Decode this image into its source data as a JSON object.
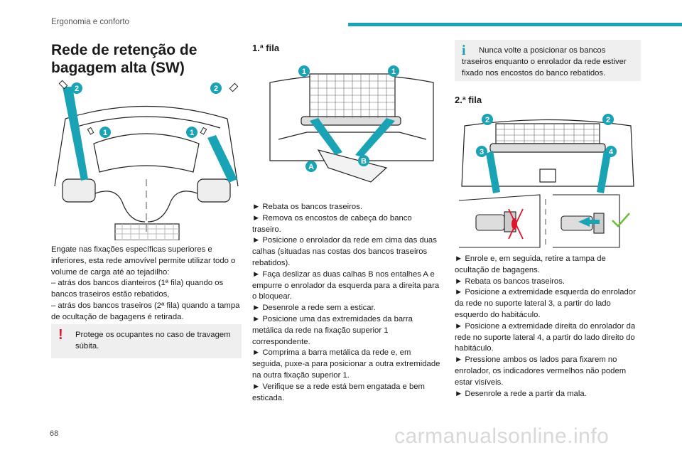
{
  "header": {
    "section": "Ergonomia e conforto"
  },
  "page_number": "68",
  "watermark": "carmanualsonline.info",
  "left": {
    "title": "Rede de retenção de bagagem alta (SW)",
    "intro": "Engate nas fixações específicas superiores e inferiores, esta rede amovível permite utilizar todo o volume de carga até ao tejadilho:",
    "items": [
      "–  atrás dos bancos dianteiros (1ª fila) quando os bancos traseiros estão rebatidos,",
      "–  atrás dos bancos traseiros (2ª fila) quando a tampa de ocultação de bagagens é retirada."
    ],
    "warning": {
      "icon": "!",
      "text": "Protege os ocupantes no caso de travagem súbita."
    },
    "figure_badges": [
      "2",
      "2",
      "1",
      "1"
    ]
  },
  "middle": {
    "heading": "1.ª fila",
    "figure_badges": [
      "1",
      "1",
      "B",
      "A"
    ],
    "steps": [
      "► Rebata os bancos traseiros.",
      "► Remova os encostos de cabeça do banco traseiro.",
      "► Posicione o enrolador da rede em cima das duas calhas (situadas nas costas dos bancos traseiros rebatidos).",
      "► Faça deslizar as duas calhas B nos entalhes A e empurre o enrolador da esquerda para a direita para o bloquear.",
      "► Desenrole a rede sem a esticar.",
      "► Posicione uma das extremidades da barra metálica da rede na fixação superior 1 correspondente.",
      "► Comprima a barra metálica da rede e, em seguida, puxe-a para posicionar a outra extremidade na outra fixação superior 1.",
      "► Verifique se a rede está bem engatada e bem esticada."
    ]
  },
  "right": {
    "info": {
      "icon": "i",
      "text": "Nunca volte a posicionar os bancos traseiros enquanto o enrolador da rede estiver fixado nos encostos do banco rebatidos."
    },
    "heading": "2.ª fila",
    "figure_badges": [
      "2",
      "2",
      "3",
      "4"
    ],
    "steps": [
      "► Enrole e, em seguida, retire a tampa de ocultação de bagagens.",
      "► Rebata os bancos traseiros.",
      "► Posicione a extremidade esquerda do enrolador da rede no suporte lateral 3, a partir do lado esquerdo do habitáculo.",
      "► Posicione a extremidade direita do enrolador da rede no suporte lateral 4, a partir do lado direito do habitáculo.",
      "► Pressione ambos os lados para fixarem no enrolador, os indicadores vermelhos não podem estar visíveis.",
      "► Desenrole a rede a partir da mala."
    ]
  },
  "colors": {
    "accent": "#1aa3b4",
    "warning": "#e0142c",
    "note_bg": "#efefef"
  }
}
